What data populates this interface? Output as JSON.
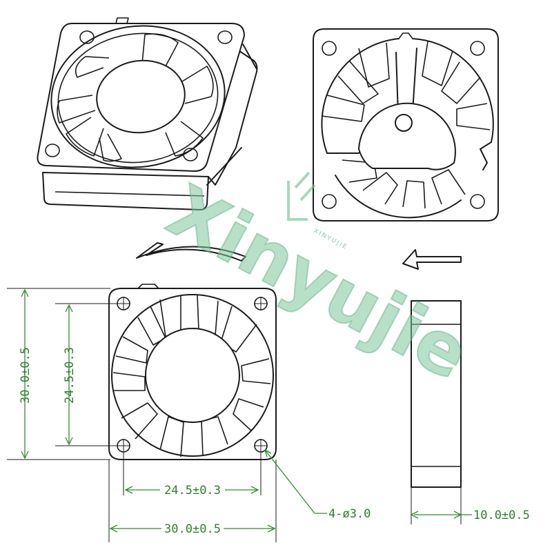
{
  "watermark": {
    "brand": "Xinyujie",
    "small": "XINYUJIE"
  },
  "dimensions": {
    "frame_height": "30.0±0.5",
    "hole_spacing_vertical": "24.5±0.3",
    "hole_spacing_horizontal": "24.5±0.3",
    "frame_width": "30.0±0.5",
    "mounting_holes": "4-ø3.0",
    "thickness": "10.0±0.5"
  },
  "colors": {
    "dimension": "#2e7d2e",
    "outline": "#1a1a1a",
    "watermark": "#7dc79b"
  }
}
